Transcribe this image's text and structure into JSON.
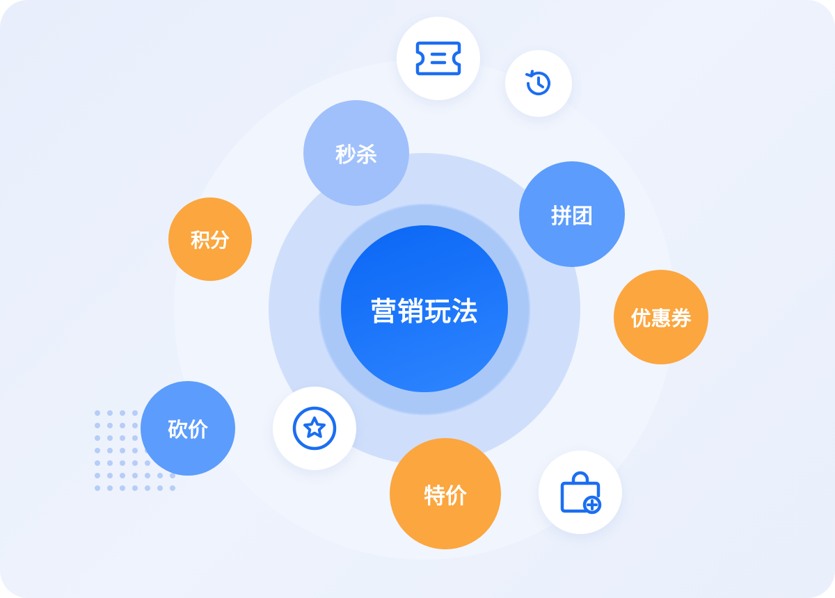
{
  "center": {
    "label": "营销玩法"
  },
  "nodes": {
    "seckill": "秒杀",
    "group_buy": "拼团",
    "points": "积分",
    "coupon": "优惠券",
    "bargain": "砍价",
    "special_price": "特价"
  },
  "icons": {
    "ticket": "ticket-icon",
    "history": "history-icon",
    "star": "star-icon",
    "shopping_bag": "shopping-bag-plus-icon"
  },
  "colors": {
    "primary_blue": "#0a66f5",
    "node_blue": "#5c9cfc",
    "node_light_blue": "#a0c0fb",
    "node_orange": "#fba63f",
    "icon_blue": "#1b6ef0"
  }
}
